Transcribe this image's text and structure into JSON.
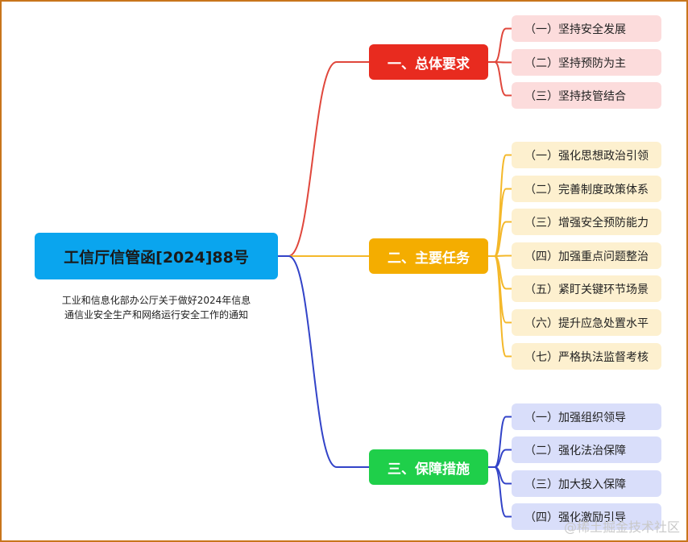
{
  "root": {
    "title": "工信厅信管函[2024]88号",
    "subtitle_lines": [
      "工业和信息化部办公厅关于做好2024年信息",
      "通信业安全生产和网络运行安全工作的通知"
    ]
  },
  "branches": [
    {
      "label": "一、总体要求",
      "color": "#e82b1f",
      "leaf_bg": "#fcdcdc",
      "line": "#e0473c",
      "items": [
        "（一）坚持安全发展",
        "（二）坚持预防为主",
        "（三）坚持技管结合"
      ]
    },
    {
      "label": "二、主要任务",
      "color": "#f4ad00",
      "leaf_bg": "#fdf0cf",
      "line": "#f4b82a",
      "items": [
        "（一）强化思想政治引领",
        "（二）完善制度政策体系",
        "（三）增强安全预防能力",
        "（四）加强重点问题整治",
        "（五）紧盯关键环节场景",
        "（六）提升应急处置水平",
        "（七）严格执法监督考核"
      ]
    },
    {
      "label": "三、保障措施",
      "color": "#1fcf4a",
      "leaf_bg": "#d9defa",
      "line": "#3243c8",
      "items": [
        "（一）加强组织领导",
        "（二）强化法治保障",
        "（三）加大投入保障",
        "（四）强化激励引导"
      ]
    }
  ],
  "watermark": "@稀土掘金技术社区"
}
